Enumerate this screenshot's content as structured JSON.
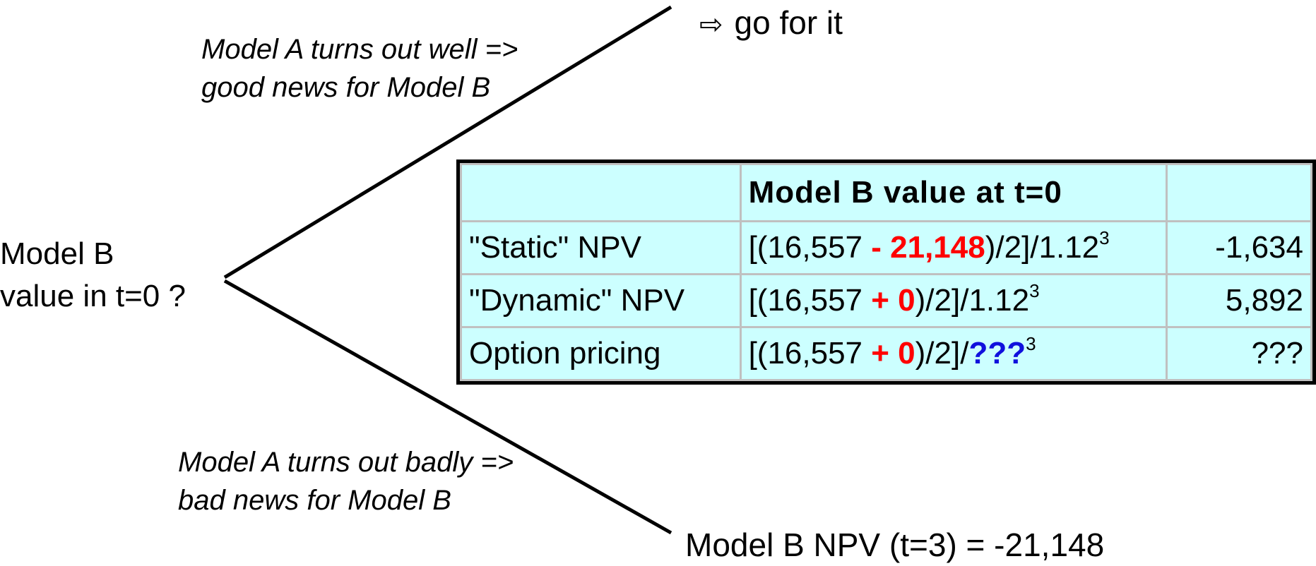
{
  "root": {
    "line1": "Model B",
    "line2": "value in t=0 ?"
  },
  "up_branch": {
    "line1": "Model A turns out well =>",
    "line2": "good news for Model B"
  },
  "down_branch": {
    "line1": "Model A turns out badly =>",
    "line2": "bad news for Model B"
  },
  "top_outcome": {
    "arrow": "⇨",
    "text": "go for it"
  },
  "bottom_outcome": {
    "text": "Model B NPV (t=3) = -21,148"
  },
  "table": {
    "header": {
      "col1": "",
      "col2": "Model B value at t=0",
      "col3": ""
    },
    "rows": [
      {
        "label": "\"Static\" NPV",
        "formula_prefix": "[(16,557 ",
        "formula_highlight": "- 21,148",
        "formula_mid": ")/2]/",
        "formula_base": "1.12",
        "formula_base_color": "black",
        "exponent": "3",
        "value": "-1,634"
      },
      {
        "label": "\"Dynamic\" NPV",
        "formula_prefix": "[(16,557 ",
        "formula_highlight": "+ 0",
        "formula_mid": ")/2]/",
        "formula_base": "1.12",
        "formula_base_color": "black",
        "exponent": "3",
        "value": "5,892"
      },
      {
        "label": "Option pricing",
        "formula_prefix": "[(16,557 ",
        "formula_highlight": "+ 0",
        "formula_mid": ")/2]/",
        "formula_base": "???",
        "formula_base_color": "blue",
        "exponent": "3",
        "value": "???"
      }
    ]
  },
  "colors": {
    "table_background": "#ccffff",
    "highlight_red": "#ff0000",
    "highlight_blue": "#1010dd",
    "cell_border": "#c0c0c0"
  }
}
